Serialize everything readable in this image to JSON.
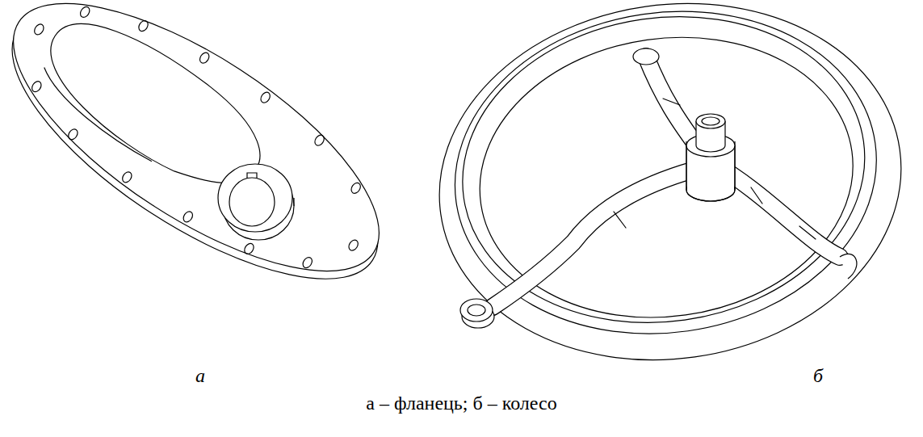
{
  "diagram": {
    "caption": "а – фланець; б – колесо",
    "labels": [
      "а",
      "б"
    ]
  }
}
